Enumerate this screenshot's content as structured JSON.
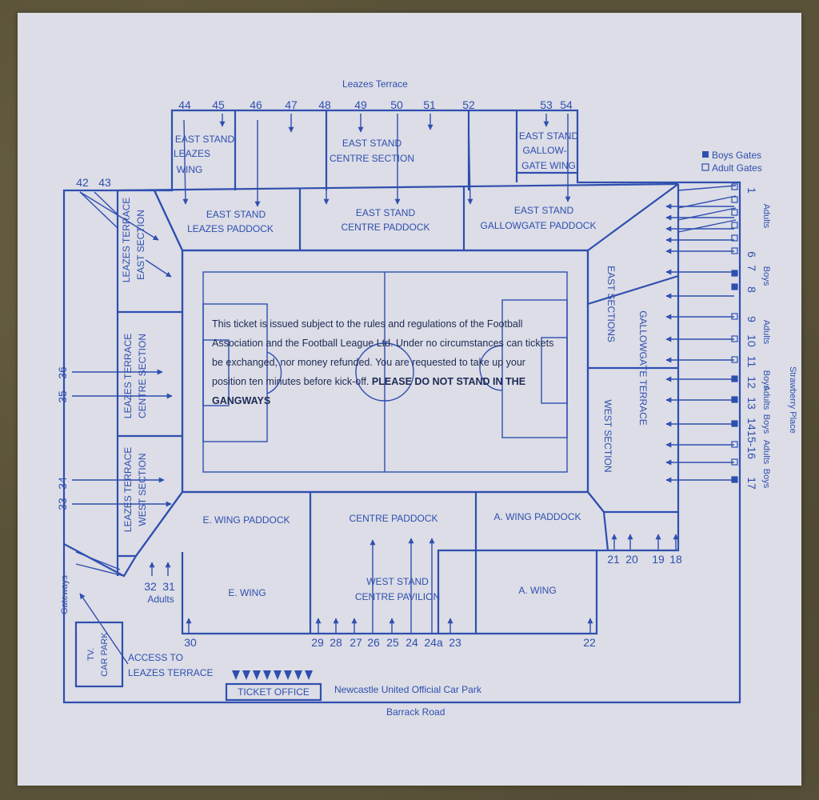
{
  "street_labels": {
    "top": "Leazes Terrace",
    "bottom": "Barrack Road",
    "right": "Strawberry Place",
    "gateways": "Gateways"
  },
  "legend": {
    "boys": "Boys Gates",
    "adults": "Adult Gates"
  },
  "sections": {
    "east_stand_leazes_wing": [
      "EAST STAND",
      "LEAZES",
      "WING"
    ],
    "east_stand_centre_section": [
      "EAST STAND",
      "CENTRE SECTION"
    ],
    "east_stand_gallowgate_wing": [
      "EAST STAND",
      "GALLOW-",
      "GATE WING"
    ],
    "east_stand_leazes_paddock": [
      "EAST STAND",
      "LEAZES PADDOCK"
    ],
    "east_stand_centre_paddock": [
      "EAST STAND",
      "CENTRE PADDOCK"
    ],
    "east_stand_gallowgate_paddock": [
      "EAST STAND",
      "GALLOWGATE PADDOCK"
    ],
    "leazes_terrace_east": [
      "LEAZES TERRACE",
      "EAST SECTION"
    ],
    "leazes_terrace_centre": [
      "LEAZES TERRACE",
      "CENTRE SECTION"
    ],
    "leazes_terrace_west": [
      "LEAZES TERRACE",
      "WEST SECTION"
    ],
    "gallowgate_east": "EAST SECTIONS",
    "gallowgate_terrace": "GALLOWGATE TERRACE",
    "gallowgate_west": "WEST SECTION",
    "e_wing_paddock": "E. WING PADDOCK",
    "centre_paddock": "CENTRE PADDOCK",
    "a_wing_paddock": "A. WING PADDOCK",
    "e_wing": "E. WING",
    "west_stand_centre_pavilion": [
      "WEST STAND",
      "CENTRE PAVILION"
    ],
    "a_wing": "A. WING",
    "tv_car_park": [
      "TV.",
      "CAR PARK"
    ],
    "access_leazes": [
      "ACCESS TO",
      "LEAZES TERRACE"
    ],
    "ticket_office": "TICKET OFFICE",
    "official_car_park": "Newcastle United Official Car Park"
  },
  "gates": {
    "top": [
      "44",
      "45",
      "46",
      "47",
      "48",
      "49",
      "50",
      "51",
      "52",
      "53",
      "54"
    ],
    "top_left": [
      "42",
      "43"
    ],
    "left": [
      "36",
      "35",
      "34",
      "33"
    ],
    "bottom": [
      "32",
      "31",
      "30",
      "29",
      "28",
      "27",
      "26",
      "25",
      "24",
      "24a",
      "23",
      "22",
      "21",
      "20",
      "19",
      "18"
    ],
    "right": [
      "1",
      "6",
      "7",
      "8",
      "9",
      "10",
      "11",
      "12",
      "13",
      "14",
      "15-16",
      "17"
    ],
    "right_types": [
      "Adults",
      "Boys",
      "Adults",
      "Boys",
      "Adults",
      "Boys",
      "Adults",
      "Boys"
    ],
    "adults_31": "Adults"
  },
  "terms": {
    "text": "This ticket is issued subject to the rules and regulations of the Football Association and the Football League Ltd. Under no circumstances can tickets be exchanged, nor money refunded. You are requested to take up your position ten minutes before kick-off.",
    "warning": "PLEASE DO NOT STAND IN THE GANGWAYS"
  },
  "colors": {
    "ink": "#2f4fb0",
    "paper": "#dcdde6"
  }
}
